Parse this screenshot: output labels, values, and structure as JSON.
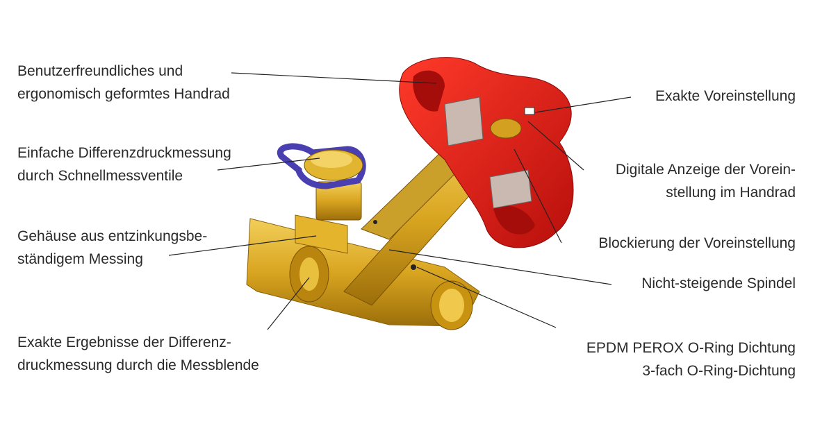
{
  "labels": {
    "handwheel": [
      "Benutzerfreundliches und",
      "ergonomisch geformtes Handrad"
    ],
    "measuring": [
      "Einfache Differenzdruckmessung",
      "durch Schnellmessventile"
    ],
    "housing": [
      "Gehäuse aus entzinkungsbe-",
      "ständigem Messing"
    ],
    "orifice": [
      "Exakte Ergebnisse der Differenz-",
      "druckmessung durch die Messblende"
    ],
    "presetting": [
      "Exakte Voreinstellung"
    ],
    "display": [
      "Digitale Anzeige der Vorein-",
      "stellung im Handrad"
    ],
    "blocking": [
      "Blockierung der Voreinstellung"
    ],
    "spindle": [
      "Nicht-steigende Spindel"
    ],
    "oring": [
      "EPDM PEROX O-Ring Dichtung",
      "3-fach O-Ring-Dichtung"
    ]
  },
  "colors": {
    "brass": "#d9a520",
    "brass_dark": "#a8780c",
    "handwheel": "#e0201a",
    "cap_loop": "#4a3fb0",
    "leader": "#222222"
  }
}
